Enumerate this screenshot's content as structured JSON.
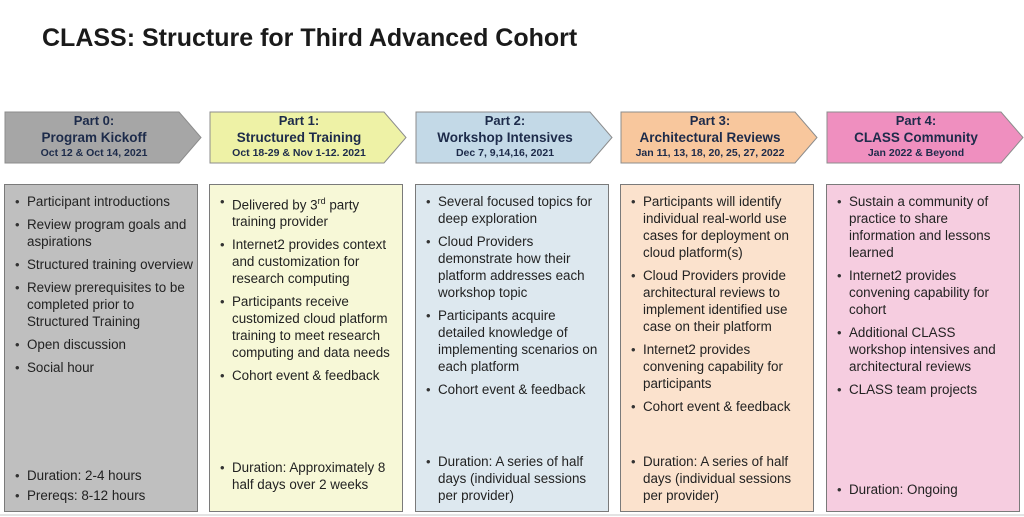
{
  "title": "CLASS: Structure for Third Advanced Cohort",
  "colors": {
    "part0_arrow": "#a6a6a6",
    "part0_box": "#bfbfbf",
    "part1_arrow": "#eef2a6",
    "part1_box": "#f7f8d7",
    "part2_arrow": "#c3d9e7",
    "part2_box": "#dde8ef",
    "part3_arrow": "#f8c79d",
    "part3_box": "#fbe2cd",
    "part4_arrow": "#ef8fbf",
    "part4_box": "#f6cde0"
  },
  "parts": [
    {
      "part": "Part 0:",
      "name": "Program Kickoff",
      "dates": "Oct 12 & Oct 14, 2021",
      "items": [
        "Participant introductions",
        "Review program goals and aspirations",
        "Structured training overview",
        "Review prerequisites to be completed prior to Structured Training",
        "Open discussion",
        "Social hour"
      ],
      "footer": [
        "Duration: 2-4 hours",
        "Prereqs: 8-12 hours"
      ]
    },
    {
      "part": "Part 1:",
      "name": "Structured Training",
      "dates": "Oct 18-29 & Nov 1-12. 2021",
      "first_item_prefix": "Delivered by 3",
      "first_item_sup": "rd",
      "first_item_suffix": " party training provider",
      "items": [
        "Internet2 provides context and customization for research computing",
        "Participants receive customized cloud platform training to meet research computing and data needs",
        "Cohort event & feedback"
      ],
      "footer": [
        "Duration: Approximately 8 half days over 2 weeks"
      ]
    },
    {
      "part": "Part 2:",
      "name": "Workshop Intensives",
      "dates": "Dec 7, 9,14,16, 2021",
      "items": [
        "Several focused topics for deep exploration",
        "Cloud Providers demonstrate how their platform addresses each workshop topic",
        "Participants acquire detailed knowledge of implementing scenarios on each platform",
        "Cohort event & feedback"
      ],
      "footer": [
        "Duration: A series of half days (individual sessions per provider)"
      ]
    },
    {
      "part": "Part 3:",
      "name": "Architectural Reviews",
      "dates": "Jan 11, 13, 18, 20, 25, 27, 2022",
      "items": [
        "Participants will identify individual real-world use cases for deployment on cloud platform(s)",
        "Cloud Providers provide architectural reviews to implement identified use case on their platform",
        "Internet2 provides convening capability for participants",
        "Cohort event & feedback"
      ],
      "footer": [
        "Duration: A series of half days (individual sessions per provider)"
      ]
    },
    {
      "part": "Part 4:",
      "name": "CLASS Community",
      "dates": "Jan 2022 &  Beyond",
      "items": [
        "Sustain a community of practice to share information and lessons learned",
        "Internet2 provides convening capability for cohort",
        "Additional CLASS workshop intensives and architectural reviews",
        "CLASS team projects"
      ],
      "footer": [
        "Duration: Ongoing"
      ]
    }
  ]
}
